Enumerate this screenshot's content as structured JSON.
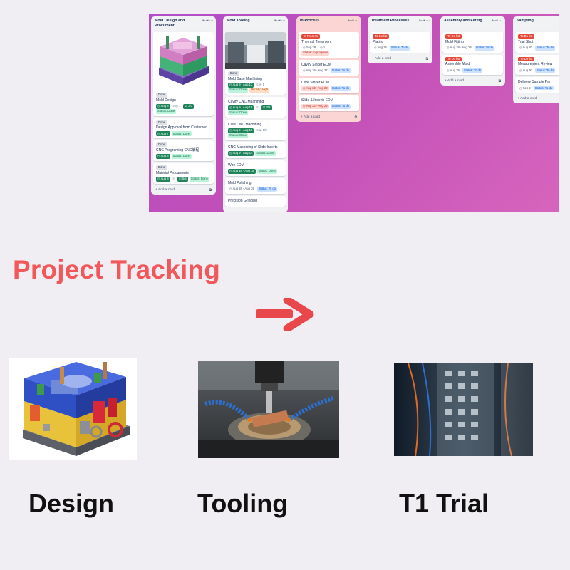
{
  "board": {
    "lists": [
      {
        "title": "Mold Design and Procument",
        "header_icons": "⇤⇥  ···",
        "cards": [
          {
            "cover": "mold-render",
            "labels": [
              "Done"
            ],
            "title": "Mold Design",
            "badges": [
              {
                "kind": "green",
                "text": "◷ Aug 8"
              },
              {
                "kind": "meta",
                "text": "≡ ◎ 1"
              },
              {
                "kind": "green",
                "text": "☑ 3/3"
              }
            ],
            "status": {
              "kind": "done",
              "text": "Status: Done"
            }
          },
          {
            "labels": [
              "Done"
            ],
            "title": "Design Approval from Customer",
            "badges": [
              {
                "kind": "green",
                "text": "◷ Aug 7"
              }
            ],
            "status": {
              "kind": "done",
              "text": "Status: Done"
            }
          },
          {
            "labels": [
              "Done"
            ],
            "title": "CNC Programing CNC编程",
            "badges": [
              {
                "kind": "green",
                "text": "◷ Aug 8"
              }
            ],
            "status": {
              "kind": "done",
              "text": "Status: Done"
            }
          },
          {
            "labels": [
              "Done"
            ],
            "title": "Material Procuments",
            "badges": [
              {
                "kind": "green",
                "text": "◷ Aug 8"
              },
              {
                "kind": "meta",
                "text": "≡"
              },
              {
                "kind": "green",
                "text": "☑ 5/5"
              }
            ],
            "status": {
              "kind": "done",
              "text": "Status: Done"
            }
          }
        ],
        "add_card": "+ Add a card"
      },
      {
        "title": "Mold Tooling",
        "header_icons": "⇤⇥  ···",
        "cards": [
          {
            "cover": "workshop-photo",
            "labels": [
              "Done"
            ],
            "title": "Mold Base Machining",
            "badges": [
              {
                "kind": "green",
                "text": "◷ Aug 9 - Aug 12"
              },
              {
                "kind": "meta",
                "text": "≡ ◎ 1"
              }
            ],
            "status": {
              "kind": "done",
              "text": "Status: Done"
            },
            "extra": {
              "kind": "prio",
              "text": "Priority: High"
            }
          },
          {
            "title": "Cavity CNC Machining",
            "badges": [
              {
                "kind": "green",
                "text": "◷ Aug 9 - Aug 15"
              },
              {
                "kind": "meta",
                "text": "≡"
              },
              {
                "kind": "green",
                "text": "☑ 2/2"
              }
            ],
            "status": {
              "kind": "done",
              "text": "Status: Done"
            }
          },
          {
            "title": "Core CNC Machining",
            "badges": [
              {
                "kind": "green",
                "text": "◷ Aug 9 - Aug 15"
              },
              {
                "kind": "meta",
                "text": "≡ ☑ 0/2"
              }
            ],
            "status": {
              "kind": "done",
              "text": "Status: Done"
            }
          },
          {
            "title": "CNC Machining of Slide Inserts",
            "badges": [
              {
                "kind": "green",
                "text": "◷ Aug 9 - Aug 14"
              }
            ],
            "status": {
              "kind": "done",
              "text": "Status: Done"
            }
          },
          {
            "title": "Wire EDM",
            "badges": [
              {
                "kind": "green",
                "text": "◷ Aug 16 - Aug 18"
              }
            ],
            "status": {
              "kind": "done",
              "text": "Status: Done"
            }
          },
          {
            "title": "Mold Polishing",
            "badges": [
              {
                "kind": "date",
                "text": "◷ Aug 28 - Aug 29"
              }
            ],
            "status": {
              "kind": "todo",
              "text": "Status: To do"
            }
          },
          {
            "title": "Precision Grinding",
            "badges": []
          }
        ],
        "add_card": ""
      },
      {
        "title": "In-Process",
        "header_icons": "⇤⇥  ···",
        "cards": [
          {
            "labels_red": [
              "In-Process"
            ],
            "title": "Thermal Treatment",
            "badges": [
              {
                "kind": "date",
                "text": "◷ Sep 28"
              },
              {
                "kind": "meta",
                "text": "◎ 1"
              }
            ],
            "status": {
              "kind": "prog",
              "text": "Status: In progress"
            }
          },
          {
            "title": "Cavity Sinker EDM",
            "badges": [
              {
                "kind": "date",
                "text": "◷ Aug 26 - Aug 27"
              }
            ],
            "status": {
              "kind": "todo",
              "text": "Status: To do"
            }
          },
          {
            "title": "Core Sinker EDM",
            "badges": [
              {
                "kind": "redbg",
                "text": "◷ Aug 22 - Aug 23"
              }
            ],
            "status": {
              "kind": "todo",
              "text": "Status: To do"
            }
          },
          {
            "title": "Slide & Inserts EDM",
            "badges": [
              {
                "kind": "redbg",
                "text": "◷ Aug 22 - Aug 23"
              }
            ],
            "status": {
              "kind": "todo",
              "text": "Status: To do"
            }
          }
        ],
        "add_card": "+ Add a card"
      },
      {
        "title": "Treatment Processes",
        "header_icons": "⇤⇥  ···",
        "cards": [
          {
            "labels_red": [
              "To Do list"
            ],
            "title": "Plating",
            "badges": [
              {
                "kind": "date",
                "text": "◷ Aug 26"
              }
            ],
            "status": {
              "kind": "todo",
              "text": "Status: To do"
            }
          }
        ],
        "add_card": "+ Add a card"
      },
      {
        "title": "Assembly and Fitting",
        "header_icons": "⇤⇥  ···",
        "cards": [
          {
            "labels_red": [
              "To Do list"
            ],
            "title": "Mold Fitting",
            "badges": [
              {
                "kind": "date",
                "text": "◷ Aug 28 - Aug 29"
              }
            ],
            "status": {
              "kind": "todo",
              "text": "Status: To do"
            }
          },
          {
            "labels_red": [
              "To Do list"
            ],
            "title": "Assemble Mold",
            "badges": [
              {
                "kind": "date",
                "text": "◷ Aug 29"
              }
            ],
            "status": {
              "kind": "todo",
              "text": "Status: To do"
            }
          }
        ],
        "add_card": "+ Add a card"
      },
      {
        "title": "Sampling",
        "header_icons": "⇤⇥  ···",
        "cards": [
          {
            "labels_red": [
              "To Do list"
            ],
            "title": "Trial Shot",
            "badges": [
              {
                "kind": "date",
                "text": "◷ Aug 30"
              }
            ],
            "status": {
              "kind": "todo",
              "text": "Status: To do"
            }
          },
          {
            "labels_red": [
              "To Do list"
            ],
            "title": "Measurement Review",
            "badges": [
              {
                "kind": "date",
                "text": "◷ Aug 30"
              }
            ],
            "status": {
              "kind": "todo",
              "text": "Status: To do"
            }
          },
          {
            "title": "Delivery Sample Part",
            "badges": [
              {
                "kind": "date",
                "text": "◷ Sep 2"
              }
            ],
            "status": {
              "kind": "todo",
              "text": "Status: To do"
            }
          }
        ],
        "add_card": "+ Add a card"
      }
    ]
  },
  "heading": "Project Tracking",
  "captions": {
    "design": "Design",
    "tooling": "Tooling",
    "trial": "T1 Trial"
  },
  "icons": {
    "arrow": "right-arrow-icon"
  },
  "colors": {
    "heading": "#f2575a",
    "arrow": "#e8484b",
    "board_bg": "#c24fb8",
    "green_badge": "#1f845a",
    "red_label": "#e5493a"
  }
}
